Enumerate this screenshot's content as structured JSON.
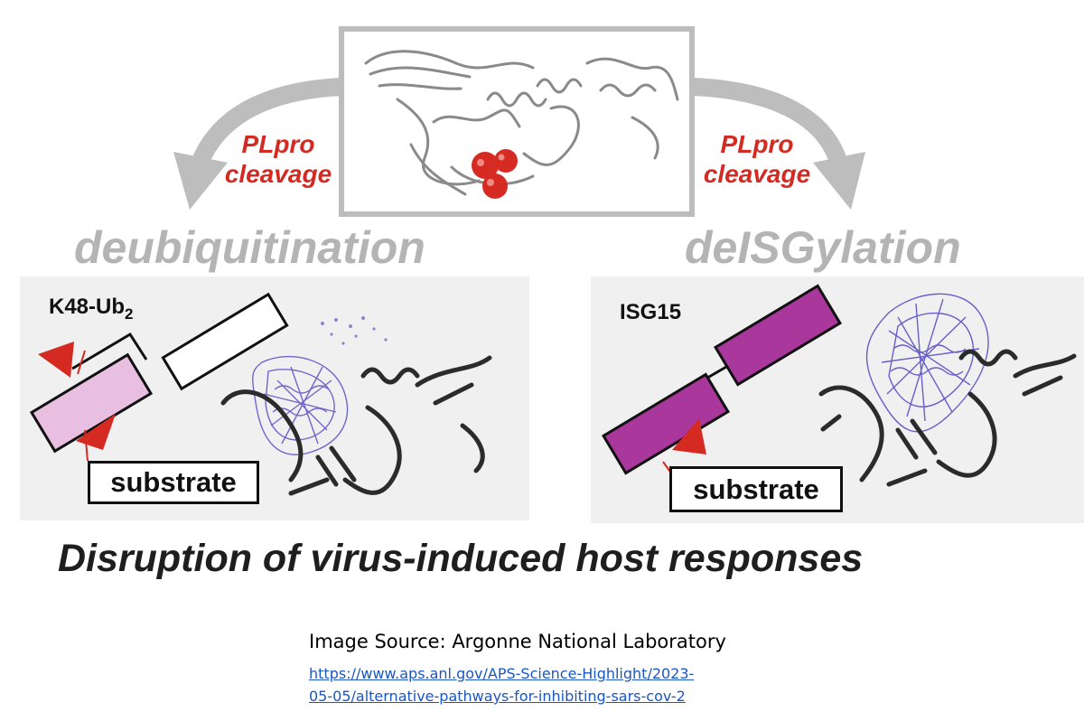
{
  "top_structure": {
    "caption": ""
  },
  "left_branch": {
    "cleavage_line1": "PLpro",
    "cleavage_line2": "cleavage",
    "process": "deubiquitination",
    "label_main": "K48-Ub",
    "label_sub": "2",
    "substrate": "substrate",
    "colors": {
      "domain_fill": "#e8bfe0",
      "cut_marker": "#d42a22"
    }
  },
  "right_branch": {
    "cleavage_line1": "PLpro",
    "cleavage_line2": "cleavage",
    "process": "deISGylation",
    "label_main": "ISG15",
    "substrate": "substrate",
    "colors": {
      "domain_fill": "#a9379c",
      "cut_marker": "#d42a22"
    }
  },
  "conclusion": "Disruption of virus-induced host responses",
  "source": {
    "title": "Image Source: Argonne National Laboratory",
    "link_line1": "https://www.aps.anl.gov/APS-Science-Highlight/2023-",
    "link_line2": "05-05/alternative-pathways-for-inhibiting-sars-cov-2"
  },
  "palette": {
    "arrow_gray": "#bdbdbd",
    "label_red": "#d42a22",
    "panel_bg": "#f0f0f0",
    "link_blue": "#1a56c4",
    "density_mesh": "#5b4fc4",
    "ribbon": "#2b2b2b"
  },
  "icons": [
    "curved-arrow-left",
    "curved-arrow-right",
    "protein-ribbon",
    "red-spheres",
    "cleavage-triangle",
    "density-mesh"
  ]
}
